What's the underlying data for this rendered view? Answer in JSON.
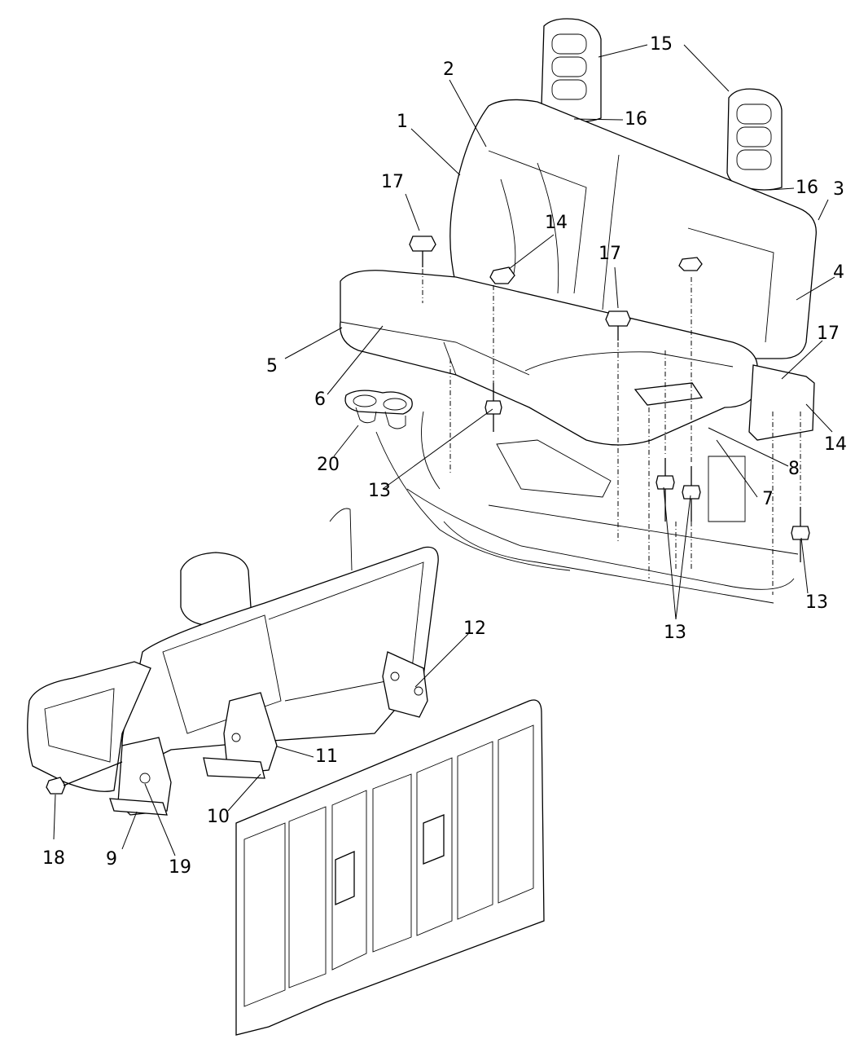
{
  "callouts": [
    {
      "id": "c1",
      "text": "1"
    },
    {
      "id": "c2",
      "text": "2"
    },
    {
      "id": "c3",
      "text": "3"
    },
    {
      "id": "c4",
      "text": "4"
    },
    {
      "id": "c5",
      "text": "5"
    },
    {
      "id": "c6",
      "text": "6"
    },
    {
      "id": "c7",
      "text": "7"
    },
    {
      "id": "c8",
      "text": "8"
    },
    {
      "id": "c9",
      "text": "9"
    },
    {
      "id": "c10",
      "text": "10"
    },
    {
      "id": "c11",
      "text": "11"
    },
    {
      "id": "c12",
      "text": "12"
    },
    {
      "id": "c13a",
      "text": "13"
    },
    {
      "id": "c13b",
      "text": "13"
    },
    {
      "id": "c13c",
      "text": "13"
    },
    {
      "id": "c14a",
      "text": "14"
    },
    {
      "id": "c14b",
      "text": "14"
    },
    {
      "id": "c15",
      "text": "15"
    },
    {
      "id": "c16a",
      "text": "16"
    },
    {
      "id": "c16b",
      "text": "16"
    },
    {
      "id": "c17a",
      "text": "17"
    },
    {
      "id": "c17b",
      "text": "17"
    },
    {
      "id": "c17c",
      "text": "17"
    },
    {
      "id": "c18",
      "text": "18"
    },
    {
      "id": "c19",
      "text": "19"
    },
    {
      "id": "c20",
      "text": "20"
    }
  ]
}
